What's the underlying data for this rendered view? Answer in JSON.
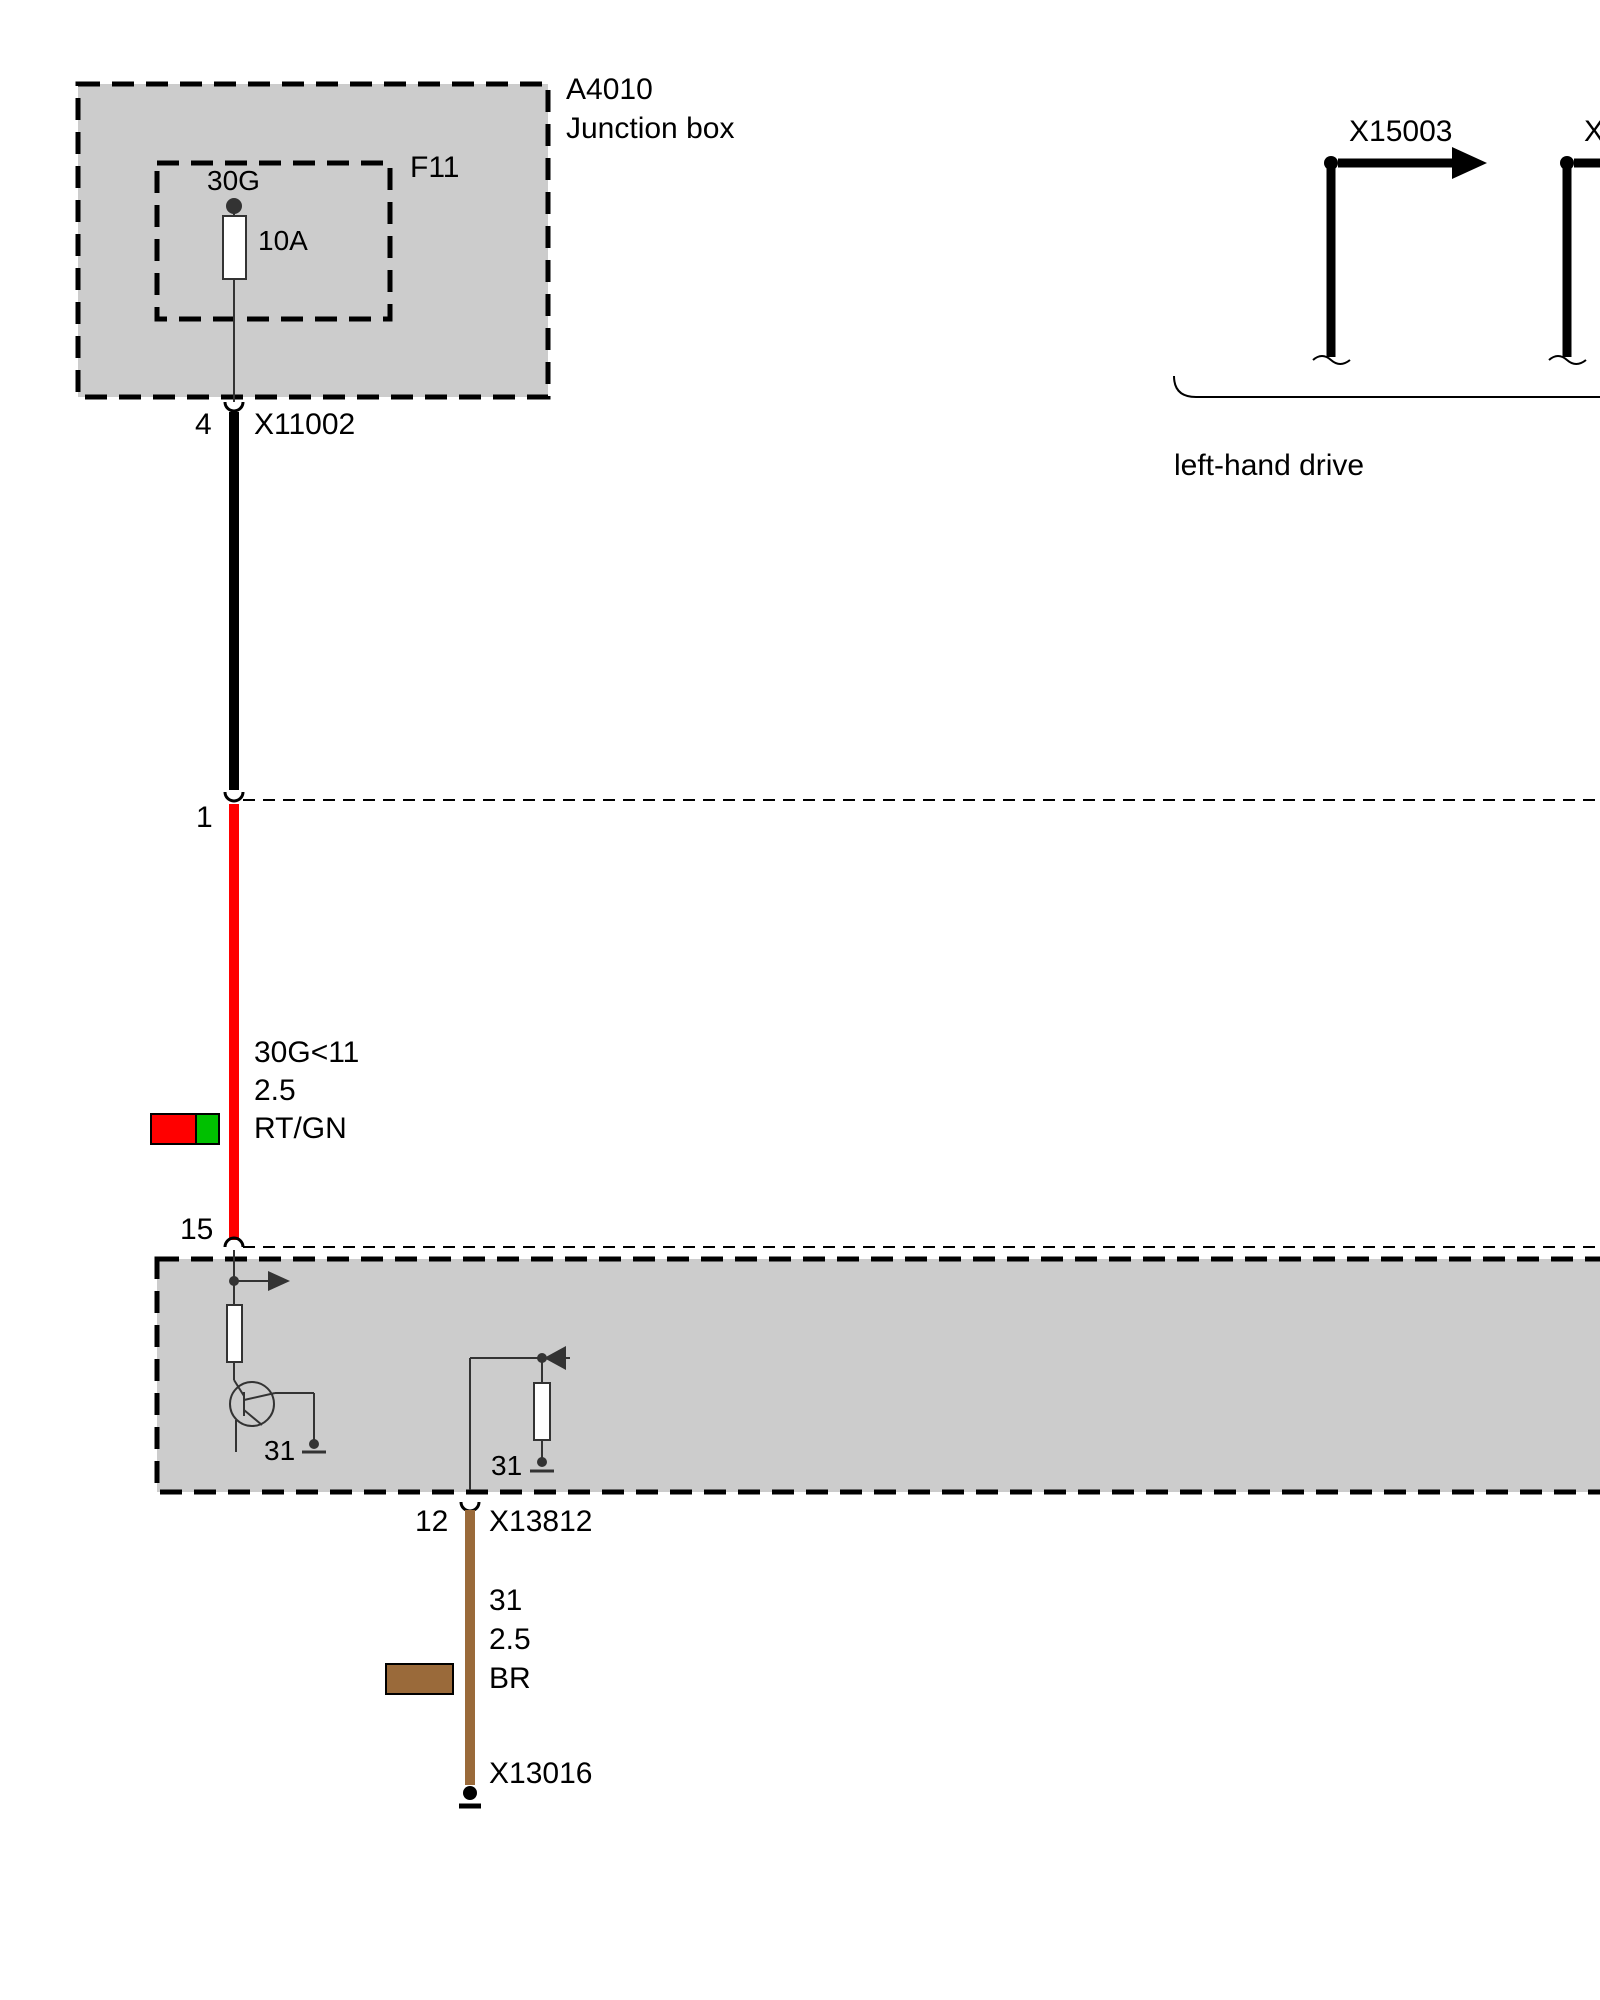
{
  "junction_box": {
    "id": "A4010",
    "name": "Junction box",
    "fuse_id": "F11",
    "fuse_terminal": "30G",
    "fuse_rating": "10A"
  },
  "connectors": {
    "top_pin": "4",
    "top_connector": "X11002",
    "middle_pin": "1",
    "lower_pin": "15",
    "bottom_pin": "12",
    "bottom_connector": "X13812",
    "ground_connector": "X13016"
  },
  "wire_red": {
    "signal": "30G<11",
    "gauge": "2.5",
    "color_code": "RT/GN",
    "colors": [
      "#ff0000",
      "#00c000"
    ]
  },
  "wire_brown": {
    "signal": "31",
    "gauge": "2.5",
    "color_code": "BR",
    "color": "#9a6a3a"
  },
  "module": {
    "ground_label_1": "31",
    "ground_label_2": "31"
  },
  "variant": {
    "connector_1": "X15003",
    "connector_2": "X",
    "note": "left-hand drive"
  },
  "colors": {
    "box_fill": "#cccccc",
    "wire_black": "#000000"
  }
}
